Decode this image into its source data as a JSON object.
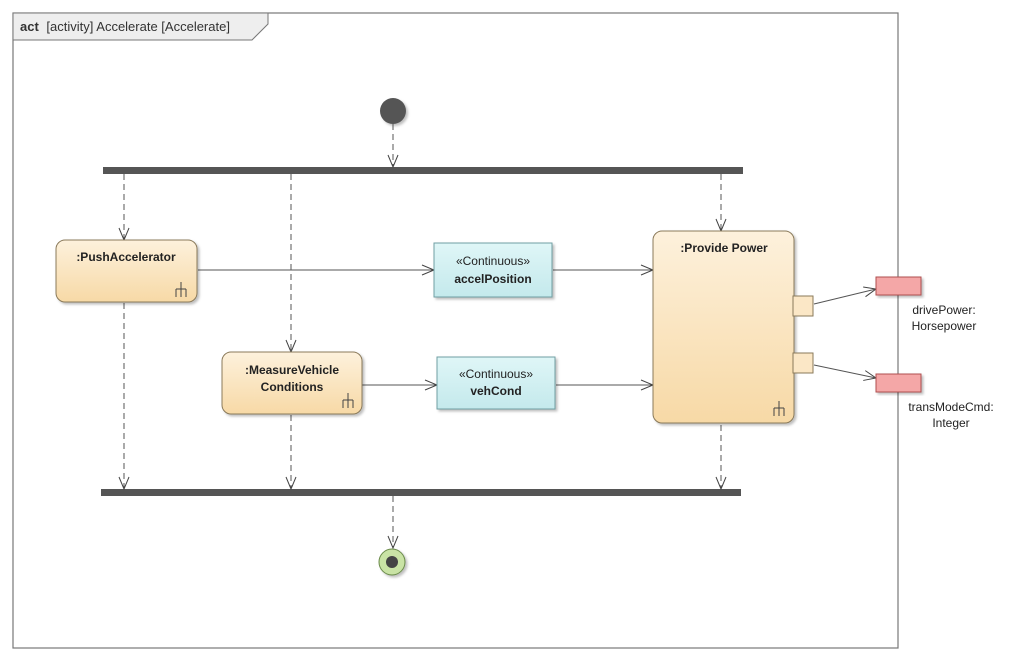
{
  "frame": {
    "keyword": "act",
    "label": "[activity] Accelerate [Accelerate]"
  },
  "actions": {
    "push_accelerator": ":PushAccelerator",
    "measure_vehicle_line1": ":MeasureVehicle",
    "measure_vehicle_line2": "Conditions",
    "provide_power": ":Provide Power"
  },
  "object_nodes": {
    "accel": {
      "stereotype": "«Continuous»",
      "name": "accelPosition"
    },
    "veh": {
      "stereotype": "«Continuous»",
      "name": "vehCond"
    }
  },
  "parameters": {
    "drive_power_line1": "drivePower:",
    "drive_power_line2": "Horsepower",
    "trans_mode_line1": "transModeCmd:",
    "trans_mode_line2": "Integer"
  },
  "colors": {
    "action_fill_top": "#fdf1dc",
    "action_fill_bottom": "#f7d9a6",
    "action_stroke": "#8a7a5a",
    "object_fill": "#cdeff1",
    "object_stroke": "#6f9fa3",
    "param_fill": "#f4a7a7",
    "param_stroke": "#b05050",
    "bar": "#555555",
    "initial": "#555555",
    "final_ring": "#b7d98e"
  }
}
